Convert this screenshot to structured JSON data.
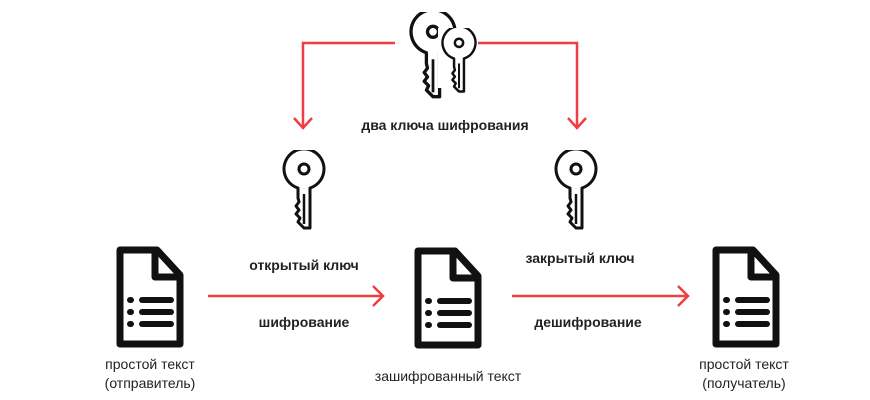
{
  "colors": {
    "arrow": "#ef3e42",
    "icon": "#111111",
    "text": "#222222"
  },
  "top": {
    "label": "два ключа шифрования",
    "icon": "two-keys-icon"
  },
  "public_key": {
    "label": "открытый ключ",
    "icon": "key-icon"
  },
  "private_key": {
    "label": "закрытый ключ",
    "icon": "key-icon"
  },
  "steps": {
    "encrypt": "шифрование",
    "decrypt": "дешифрование"
  },
  "documents": [
    {
      "line1": "простой текст",
      "line2": "(отправитель)",
      "icon": "document-icon"
    },
    {
      "line1": "зашифрованный текст",
      "icon": "document-icon"
    },
    {
      "line1": "простой текст",
      "line2": "(получатель)",
      "icon": "document-icon"
    }
  ]
}
